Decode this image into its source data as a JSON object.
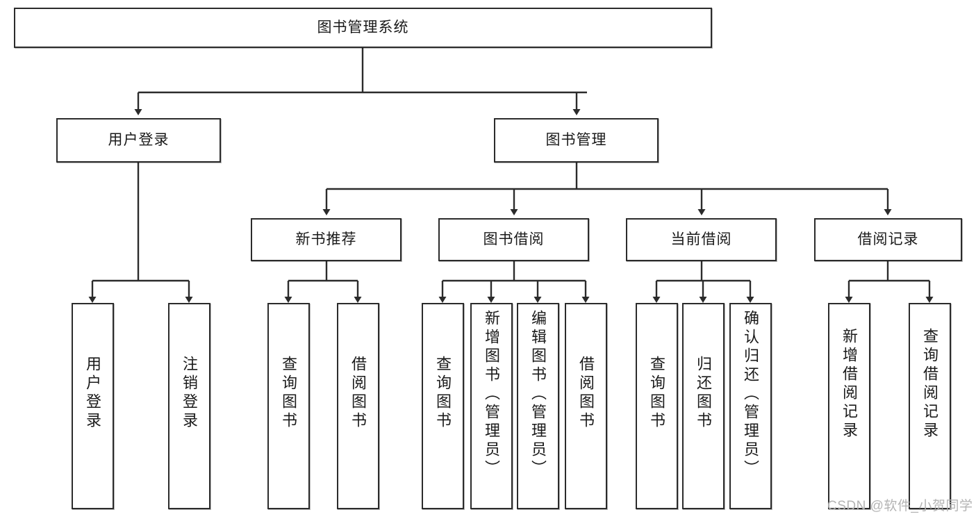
{
  "diagram": {
    "type": "tree-flowchart",
    "title": "图书管理系统",
    "watermark": "CSDN @软件_小贺同学",
    "colors": {
      "box_border": "#2b2b2b",
      "box_fill": "#ffffff",
      "connector": "#2b2b2b",
      "text": "#1a1a1a",
      "watermark": "#b4b4b4"
    },
    "nodes": {
      "root": {
        "label": "图书管理系统"
      },
      "level2": [
        {
          "label": "用户登录"
        },
        {
          "label": "图书管理"
        }
      ],
      "level3": [
        {
          "label": "新书推荐"
        },
        {
          "label": "图书借阅"
        },
        {
          "label": "当前借阅"
        },
        {
          "label": "借阅记录"
        }
      ],
      "leaves": {
        "user_login": [
          {
            "label": "用户登录"
          },
          {
            "label": "注销登录"
          }
        ],
        "new_book_recommend": [
          {
            "label": "查询图书"
          },
          {
            "label": "借阅图书"
          }
        ],
        "book_borrow": [
          {
            "label": "查询图书"
          },
          {
            "label": "新增图书（管理员）"
          },
          {
            "label": "编辑图书（管理员）"
          },
          {
            "label": "借阅图书"
          }
        ],
        "current_borrow": [
          {
            "label": "查询图书"
          },
          {
            "label": "归还图书"
          },
          {
            "label": "确认归还（管理员）"
          }
        ],
        "borrow_record": [
          {
            "label": "新增借阅记录"
          },
          {
            "label": "查询借阅记录"
          }
        ]
      }
    }
  }
}
